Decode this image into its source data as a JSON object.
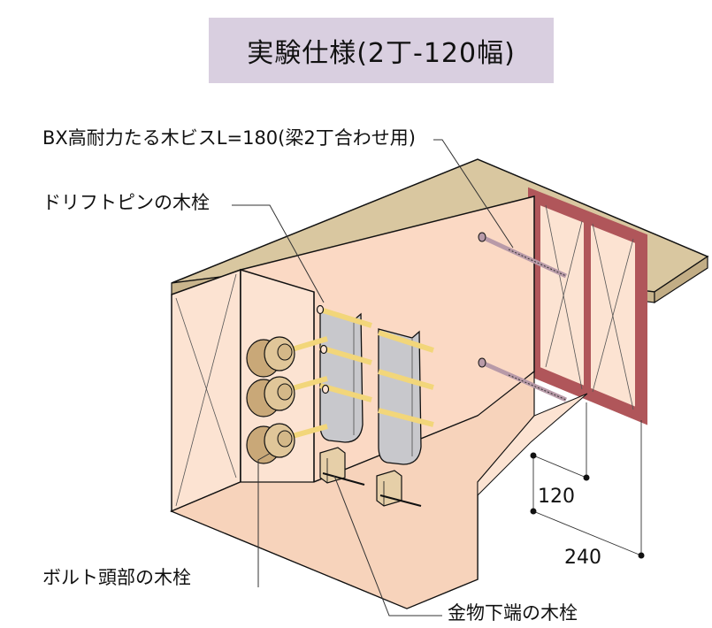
{
  "title": "実験仕様(2丁-120幅)",
  "labels": {
    "screw": "BX高耐力たる木ビスL=180(梁2丁合わせ用)",
    "drift_pin_plug": "ドリフトピンの木栓",
    "bolt_head_plug": "ボルト頭部の木栓",
    "hardware_bottom_plug": "金物下端の木栓"
  },
  "dimensions": {
    "inner": "120",
    "outer": "240"
  },
  "colors": {
    "title_bg": "#d9cfe0",
    "wood": "#fce3d2",
    "beam_top": "#d9c7a0",
    "beam_section": "#b0565a",
    "metal_plate": "#c8c8cc",
    "pin": "#f2d67a",
    "plug": "#d9bb8e",
    "screw": "#b89aa8"
  }
}
